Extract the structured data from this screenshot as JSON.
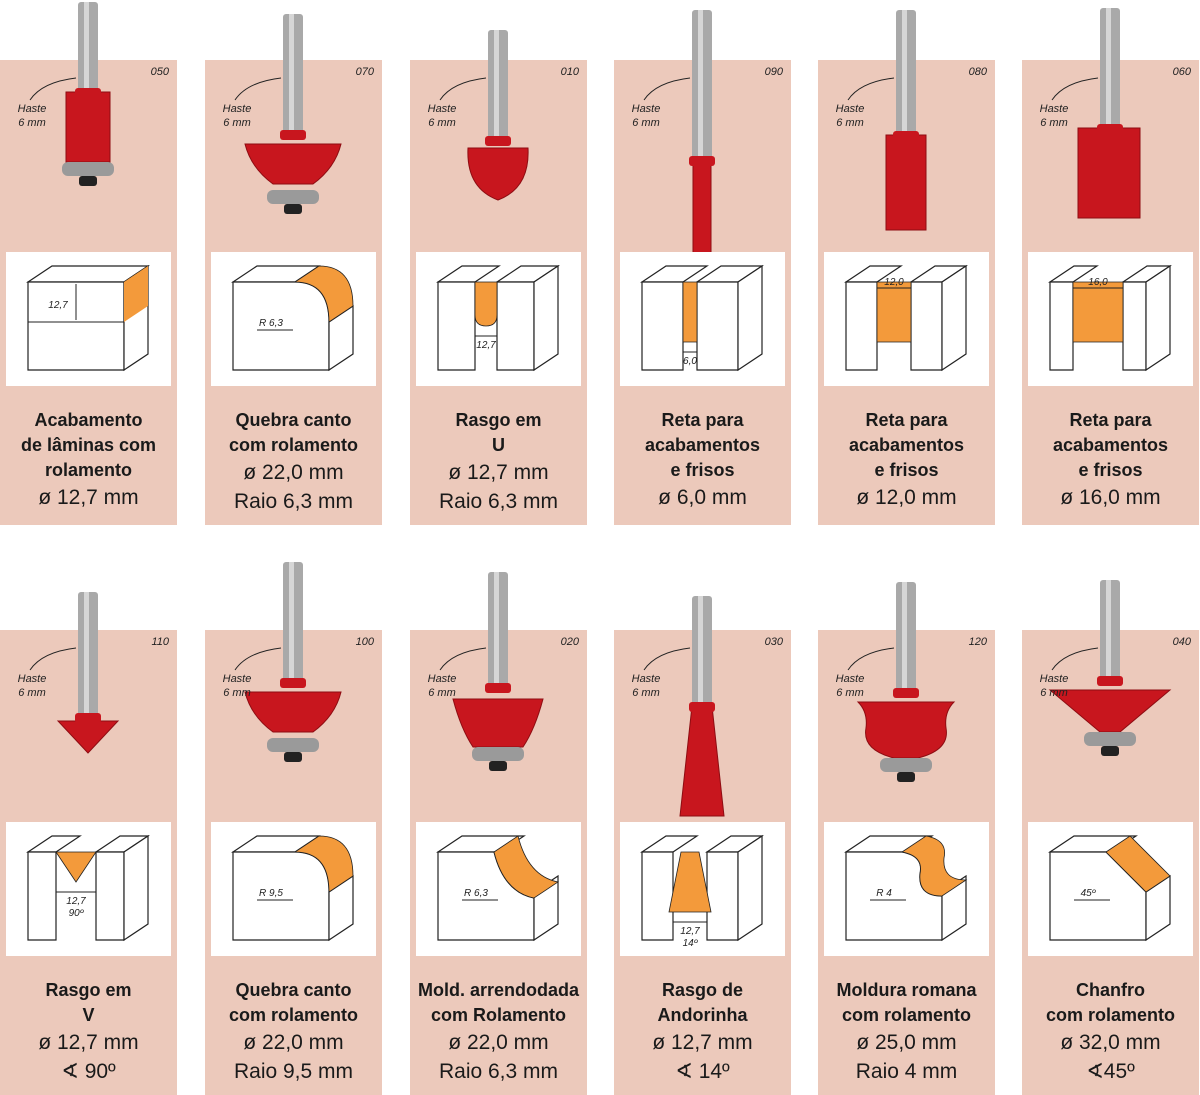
{
  "colors": {
    "card": "#ecc9bb",
    "bit_red": "#c8161e",
    "shank": "#a9a9a9",
    "orange": "#f39a3b"
  },
  "shank_label": [
    "Haste",
    "6 mm"
  ],
  "bits": [
    {
      "code": "050",
      "title": [
        "Acabamento",
        "de lâminas com",
        "rolamento"
      ],
      "values": [
        "ø 12,7 mm"
      ],
      "dims": [
        "12,7"
      ],
      "bit": "flush",
      "diagram": "flush"
    },
    {
      "code": "070",
      "title": [
        "Quebra canto",
        "com rolamento"
      ],
      "values": [
        "ø 22,0 mm",
        "Raio 6,3 mm"
      ],
      "dims": [
        "R 6,3"
      ],
      "bit": "roundover",
      "diagram": "roundover"
    },
    {
      "code": "010",
      "title": [
        "Rasgo em",
        "U"
      ],
      "values": [
        "ø 12,7 mm",
        "Raio 6,3 mm"
      ],
      "dims": [
        "12,7"
      ],
      "bit": "core",
      "diagram": "ugroove"
    },
    {
      "code": "090",
      "title": [
        "Reta para",
        "acabamentos",
        "e frisos"
      ],
      "values": [
        "ø 6,0 mm"
      ],
      "dims": [
        "6,0"
      ],
      "bit": "straight-thin",
      "diagram": "groove-thin"
    },
    {
      "code": "080",
      "title": [
        "Reta para",
        "acabamentos",
        "e frisos"
      ],
      "values": [
        "ø 12,0 mm"
      ],
      "dims": [
        "12,0"
      ],
      "bit": "straight-mid",
      "diagram": "groove-mid"
    },
    {
      "code": "060",
      "title": [
        "Reta para",
        "acabamentos",
        "e frisos"
      ],
      "values": [
        "ø 16,0 mm"
      ],
      "dims": [
        "16,0"
      ],
      "bit": "straight-wide",
      "diagram": "groove-wide"
    },
    {
      "code": "110",
      "title": [
        "Rasgo em",
        "V"
      ],
      "values": [
        "ø 12,7 mm",
        "∢ 90º"
      ],
      "dims": [
        "12,7",
        "90º"
      ],
      "bit": "vgroove",
      "diagram": "vgroove"
    },
    {
      "code": "100",
      "title": [
        "Quebra canto",
        "com rolamento"
      ],
      "values": [
        "ø 22,0 mm",
        "Raio 9,5 mm"
      ],
      "dims": [
        "R 9,5"
      ],
      "bit": "roundover",
      "diagram": "roundover"
    },
    {
      "code": "020",
      "title": [
        "Mold. arrendodada",
        "com Rolamento"
      ],
      "values": [
        "ø 22,0 mm",
        "Raio 6,3 mm"
      ],
      "dims": [
        "R 6,3"
      ],
      "bit": "cove",
      "diagram": "cove"
    },
    {
      "code": "030",
      "title": [
        "Rasgo de",
        "Andorinha"
      ],
      "values": [
        "ø 12,7 mm",
        "∢ 14º"
      ],
      "dims": [
        "12,7",
        "14º"
      ],
      "bit": "dovetail",
      "diagram": "dovetail"
    },
    {
      "code": "120",
      "title": [
        "Moldura romana",
        "com rolamento"
      ],
      "values": [
        "ø 25,0 mm",
        "Raio 4 mm"
      ],
      "dims": [
        "R 4"
      ],
      "bit": "ogee",
      "diagram": "ogee"
    },
    {
      "code": "040",
      "title": [
        "Chanfro",
        "com rolamento"
      ],
      "values": [
        "ø 32,0 mm",
        "∢45º"
      ],
      "dims": [
        "45º"
      ],
      "bit": "chamfer",
      "diagram": "chamfer"
    }
  ]
}
